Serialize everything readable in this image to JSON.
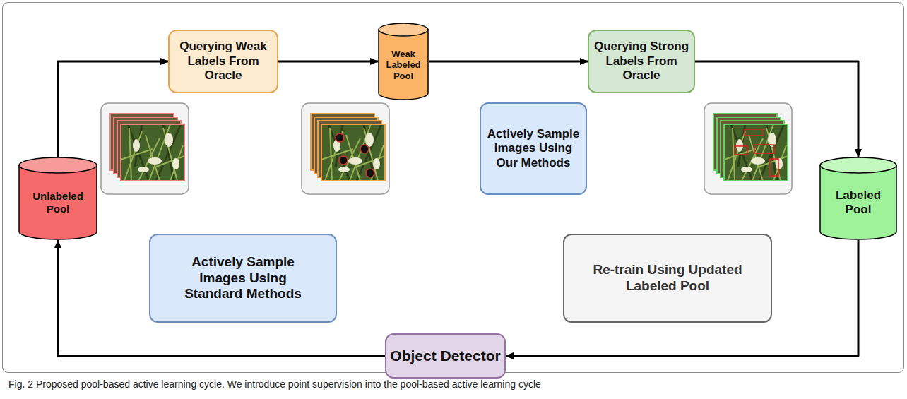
{
  "diagram": {
    "caption": "Fig. 2 Proposed pool-based active learning cycle. We introduce point supervision into the pool-based active learning cycle",
    "nodes": [
      {
        "text": [
          "Unlabeled Pool"
        ]
      },
      {
        "text": [
          "Querying Weak Labels From Oracle"
        ]
      },
      {
        "text": [
          "Weak Labeled Pool"
        ]
      },
      {
        "text": [
          "Querying Strong Labels From Oracle"
        ]
      },
      {
        "text": [
          "Actively Sample Images Using Our Methods"
        ]
      },
      {
        "text": [
          "Labeled Pool"
        ]
      },
      {
        "text": [
          "Actively Sample Images Using Standard Methods"
        ]
      },
      {
        "text": [
          "Re-train Using Updated Labeled Pool"
        ]
      },
      {
        "text": [
          "Object Detector"
        ]
      }
    ],
    "edges": [
      {
        "from": 0,
        "to": 1,
        "arrow": "to"
      },
      {
        "from": 1,
        "to": 2,
        "arrow": "to"
      },
      {
        "from": 2,
        "to": 3,
        "arrow": "to"
      },
      {
        "from": 3,
        "to": 5,
        "arrow": "to"
      },
      {
        "from": 5,
        "to": 8,
        "arrow": "to"
      },
      {
        "from": 8,
        "to": 0,
        "arrow": "to"
      }
    ]
  }
}
